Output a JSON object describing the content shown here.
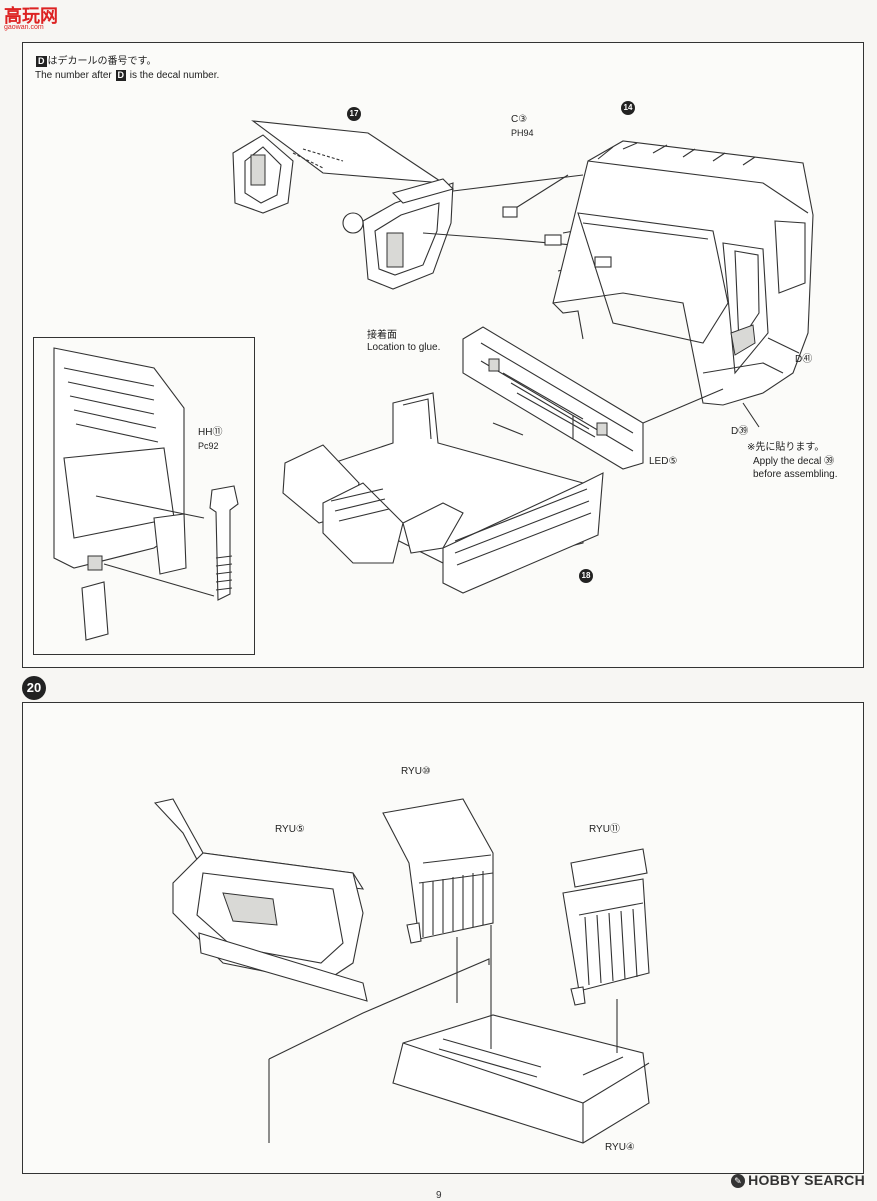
{
  "watermark": {
    "text": "高玩网",
    "sub": "gaowan.com"
  },
  "step19": {
    "decal_note_jp": "はデカールの番号です。",
    "decal_note_en_pre": "The number after",
    "decal_note_en_post": "is the decal number.",
    "d_symbol": "D",
    "part_17": "17",
    "part_14": "14",
    "part_18": "18",
    "label_c3": "C③",
    "label_ph94": "PH94",
    "label_glue_jp": "接着面",
    "label_glue_en": "Location to glue.",
    "label_d41": "D㊶",
    "label_d39": "D㊴",
    "label_led5": "LED⑤",
    "note_jp": "※先に貼ります。",
    "note_en1": "Apply the decal ㊴",
    "note_en2": "before assembling.",
    "inset_hh11": "HH⑪",
    "inset_pc92": "Pc92"
  },
  "step20": {
    "badge": "20",
    "label_ryu5": "RYU⑤",
    "label_ryu10": "RYU⑩",
    "label_ryu11": "RYU⑪",
    "label_ryu4": "RYU④"
  },
  "footer": {
    "brand": "HOBBY SEARCH",
    "page": "9"
  }
}
